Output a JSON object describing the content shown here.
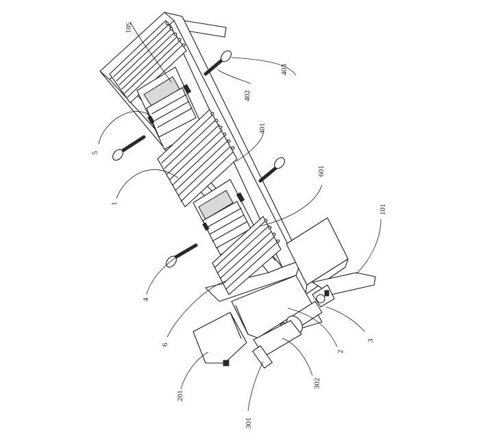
{
  "labels": {
    "l501": "501",
    "l403": "403",
    "l402": "402",
    "l5": "5",
    "l401": "401",
    "l1": "1",
    "l601": "601",
    "l101": "101",
    "l4": "4",
    "l6": "6",
    "l3": "3",
    "l2": "2",
    "l201": "201",
    "l302": "302",
    "l301": "301"
  }
}
